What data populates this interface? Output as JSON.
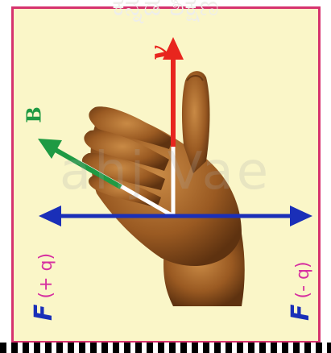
{
  "watermark": {
    "top_text": "ಕನ್ನಡ ಶಿಕ್ಷಣ",
    "middle_text": "ahj  Vae"
  },
  "labels": {
    "velocity": "v",
    "magnetic_field": "B",
    "force_positive_symbol": "F",
    "force_positive_charge": "(+ q)",
    "force_negative_symbol": "F",
    "force_negative_charge": "(- q)"
  },
  "colors": {
    "frame_border": "#d6336e",
    "background": "#faf6c8",
    "velocity_arrow": "#e8251e",
    "field_arrow": "#1f9a43",
    "force_arrow": "#1a2fb8",
    "skin": "#a9662a"
  }
}
